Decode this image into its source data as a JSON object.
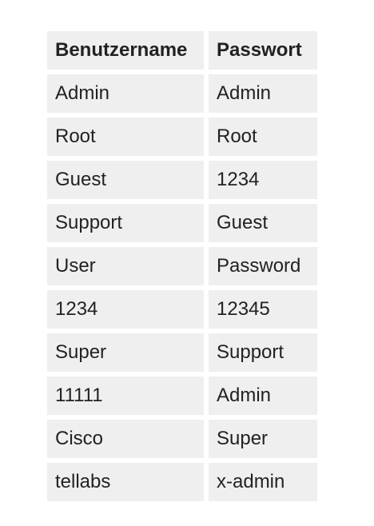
{
  "table": {
    "headers": [
      "Benutzername",
      "Passwort"
    ],
    "rows": [
      [
        "Admin",
        "Admin"
      ],
      [
        "Root",
        "Root"
      ],
      [
        "Guest",
        "1234"
      ],
      [
        "Support",
        "Guest"
      ],
      [
        "User",
        "Password"
      ],
      [
        "1234",
        "12345"
      ],
      [
        "Super",
        "Support"
      ],
      [
        "11111",
        "Admin"
      ],
      [
        "Cisco",
        "Super"
      ],
      [
        "tellabs",
        "x-admin"
      ]
    ]
  }
}
